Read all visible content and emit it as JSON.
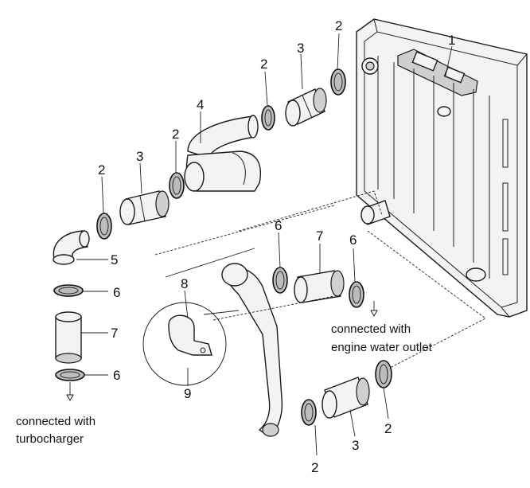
{
  "callouts": [
    {
      "id": "c1",
      "text": "1"
    },
    {
      "id": "c2a",
      "text": "2"
    },
    {
      "id": "c2b",
      "text": "2"
    },
    {
      "id": "c2c",
      "text": "2"
    },
    {
      "id": "c2d",
      "text": "2"
    },
    {
      "id": "c2e",
      "text": "2"
    },
    {
      "id": "c2f",
      "text": "2"
    },
    {
      "id": "c3a",
      "text": "3"
    },
    {
      "id": "c3b",
      "text": "3"
    },
    {
      "id": "c3c",
      "text": "3"
    },
    {
      "id": "c4",
      "text": "4"
    },
    {
      "id": "c5",
      "text": "5"
    },
    {
      "id": "c6a",
      "text": "6"
    },
    {
      "id": "c6b",
      "text": "6"
    },
    {
      "id": "c6c",
      "text": "6"
    },
    {
      "id": "c6d",
      "text": "6"
    },
    {
      "id": "c7a",
      "text": "7"
    },
    {
      "id": "c7b",
      "text": "7"
    },
    {
      "id": "c8",
      "text": "8"
    },
    {
      "id": "c9",
      "text": "9"
    }
  ],
  "notes": {
    "turbo_line1": "connected with",
    "turbo_line2": "turbocharger",
    "engine_line1": "connected with",
    "engine_line2": "engine water outlet"
  }
}
